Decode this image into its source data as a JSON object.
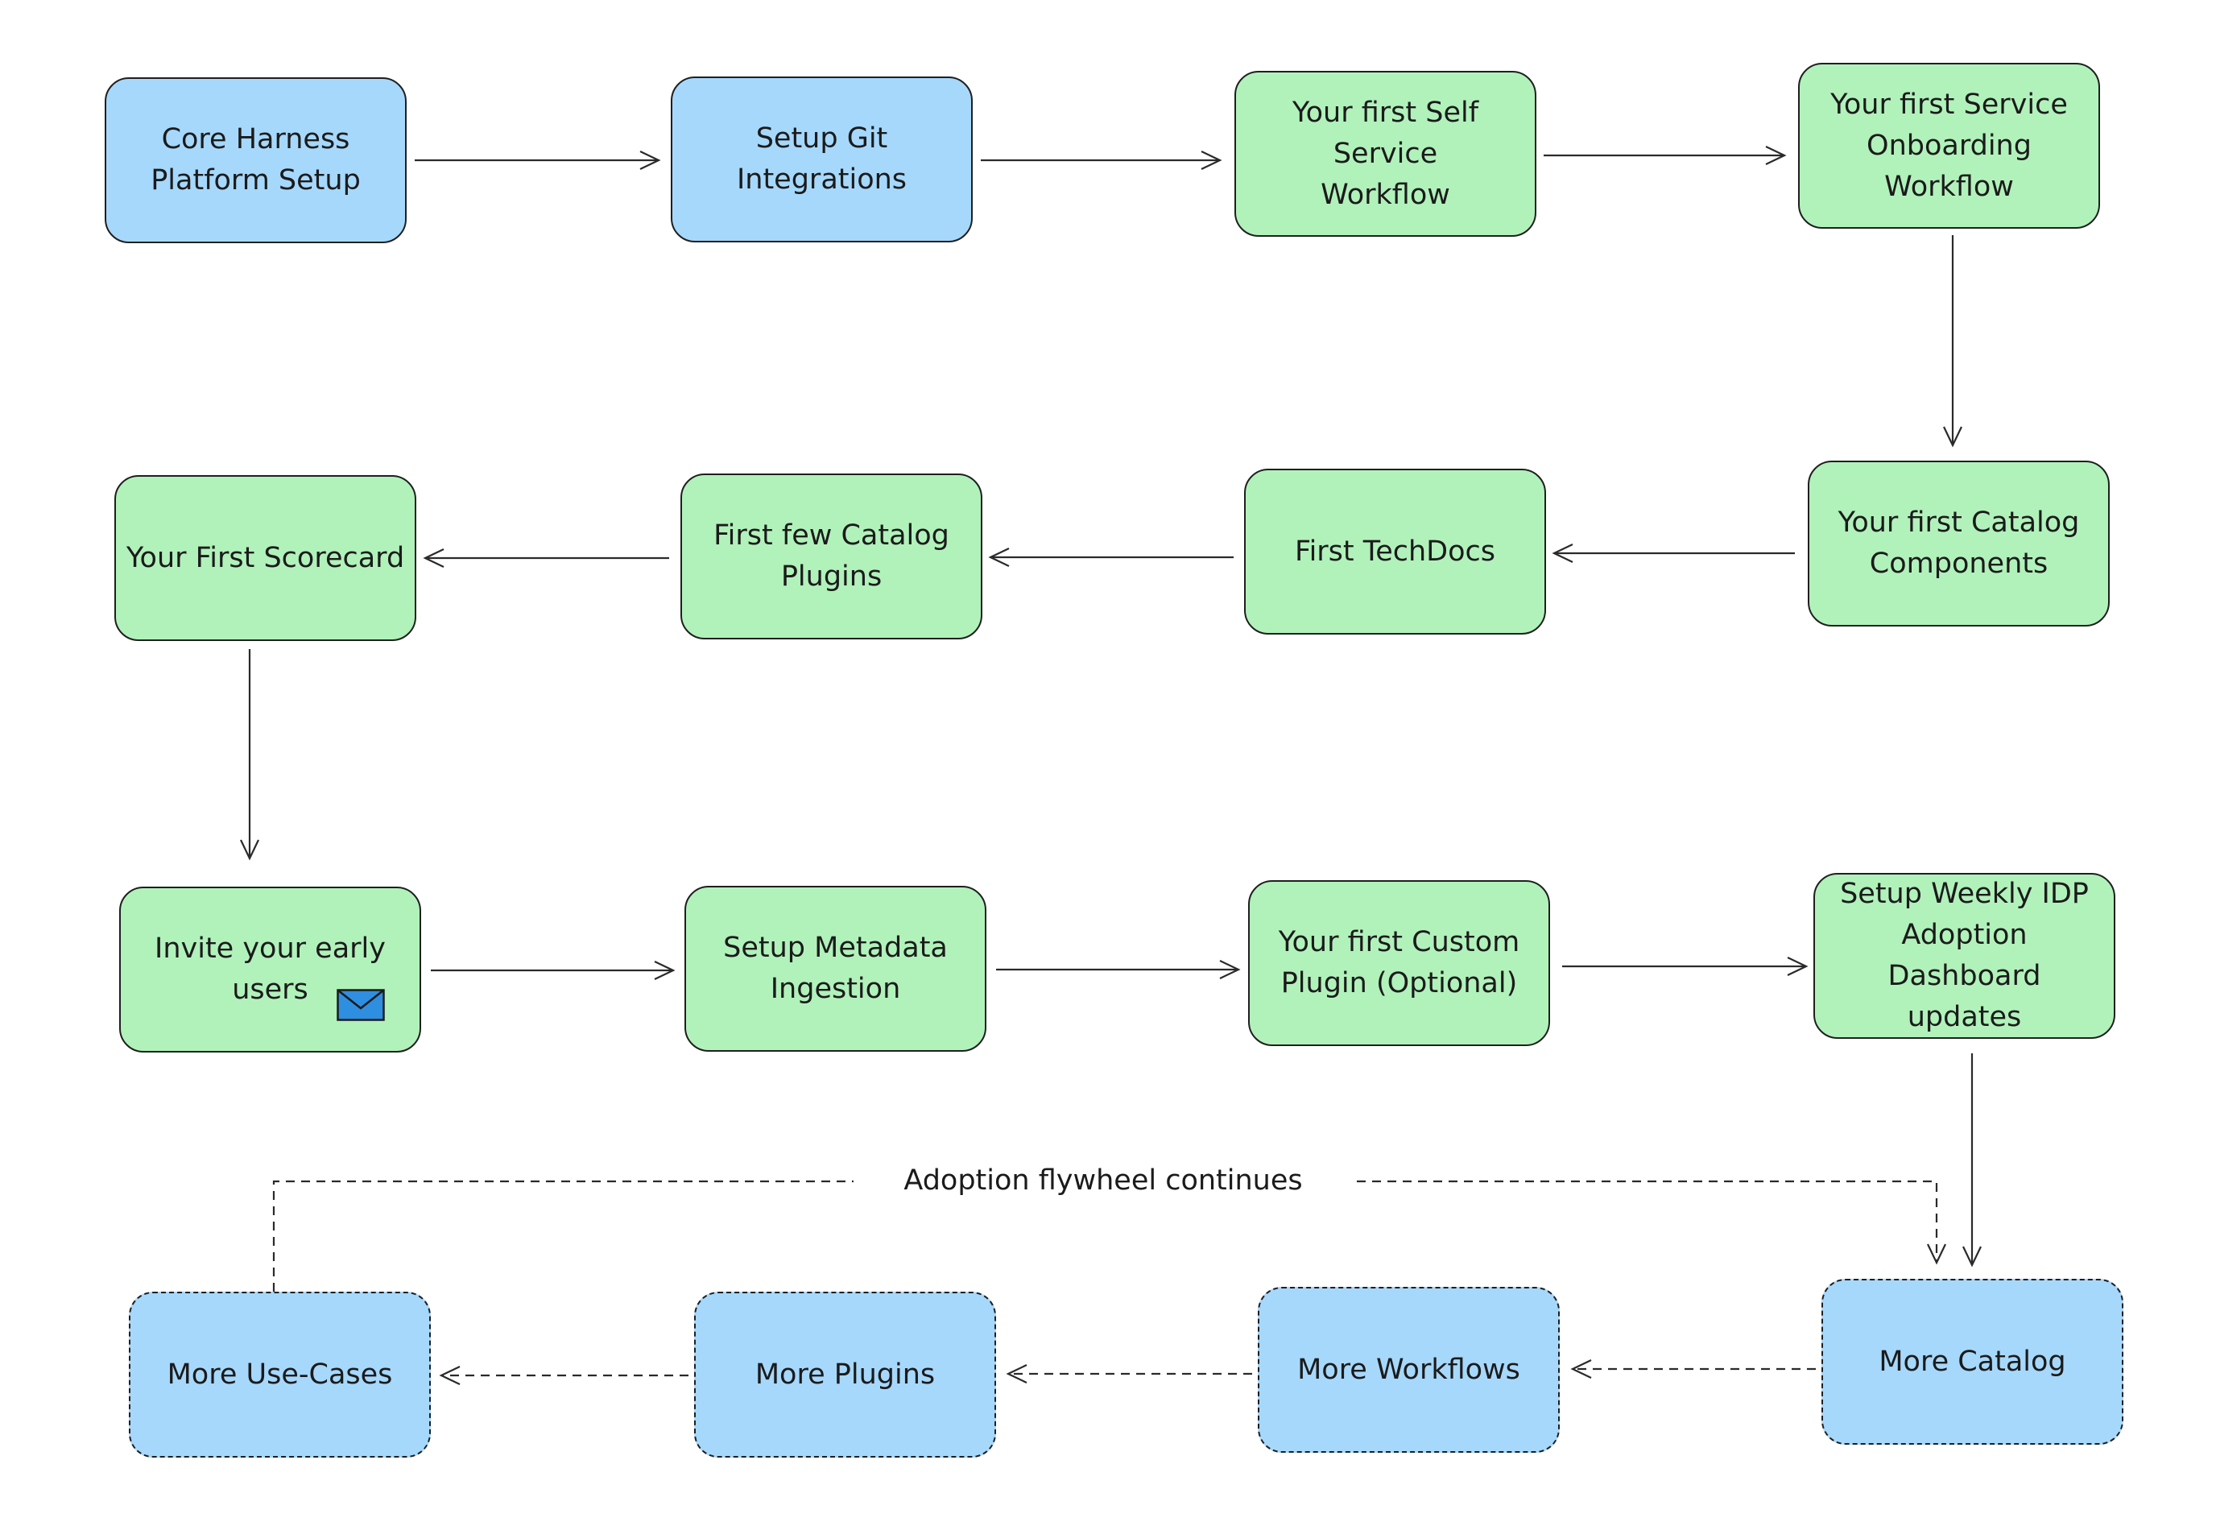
{
  "colors": {
    "blue": "#a6d8fc",
    "green": "#b1f2bb",
    "stroke": "#1f1f1f"
  },
  "nodes": [
    {
      "id": "core",
      "label": "Core Harness\nPlatform Setup",
      "color": "blue",
      "style": "solid"
    },
    {
      "id": "git",
      "label": "Setup Git\nIntegrations",
      "color": "blue",
      "style": "solid"
    },
    {
      "id": "selfservice",
      "label": "Your first Self Service\nWorkflow",
      "color": "green",
      "style": "solid"
    },
    {
      "id": "onboarding",
      "label": "Your first Service\nOnboarding\nWorkflow",
      "color": "green",
      "style": "solid"
    },
    {
      "id": "catalogcomp",
      "label": "Your first Catalog\nComponents",
      "color": "green",
      "style": "solid"
    },
    {
      "id": "techdocs",
      "label": "First TechDocs",
      "color": "green",
      "style": "solid"
    },
    {
      "id": "catalogplugins",
      "label": "First few Catalog\nPlugins",
      "color": "green",
      "style": "solid"
    },
    {
      "id": "scorecard",
      "label": "Your First Scorecard",
      "color": "green",
      "style": "solid"
    },
    {
      "id": "invite",
      "label": "Invite your early\nusers",
      "color": "green",
      "style": "solid",
      "icon": "mail-icon"
    },
    {
      "id": "metadata",
      "label": "Setup Metadata\nIngestion",
      "color": "green",
      "style": "solid"
    },
    {
      "id": "customplugin",
      "label": "Your first Custom\nPlugin (Optional)",
      "color": "green",
      "style": "solid"
    },
    {
      "id": "dashboard",
      "label": "Setup Weekly IDP\nAdoption Dashboard\nupdates",
      "color": "green",
      "style": "solid"
    },
    {
      "id": "morecatalog",
      "label": "More Catalog",
      "color": "blue",
      "style": "dashed"
    },
    {
      "id": "moreworkflows",
      "label": "More Workflows",
      "color": "blue",
      "style": "dashed"
    },
    {
      "id": "moreplugins",
      "label": "More Plugins",
      "color": "blue",
      "style": "dashed"
    },
    {
      "id": "moreusecases",
      "label": "More Use-Cases",
      "color": "blue",
      "style": "dashed"
    }
  ],
  "edges": [
    {
      "from": "core",
      "to": "git",
      "style": "solid"
    },
    {
      "from": "git",
      "to": "selfservice",
      "style": "solid"
    },
    {
      "from": "selfservice",
      "to": "onboarding",
      "style": "solid"
    },
    {
      "from": "onboarding",
      "to": "catalogcomp",
      "style": "solid"
    },
    {
      "from": "catalogcomp",
      "to": "techdocs",
      "style": "solid"
    },
    {
      "from": "techdocs",
      "to": "catalogplugins",
      "style": "solid"
    },
    {
      "from": "catalogplugins",
      "to": "scorecard",
      "style": "solid"
    },
    {
      "from": "scorecard",
      "to": "invite",
      "style": "solid"
    },
    {
      "from": "invite",
      "to": "metadata",
      "style": "solid"
    },
    {
      "from": "metadata",
      "to": "customplugin",
      "style": "solid"
    },
    {
      "from": "customplugin",
      "to": "dashboard",
      "style": "solid"
    },
    {
      "from": "dashboard",
      "to": "morecatalog",
      "style": "solid"
    },
    {
      "from": "morecatalog",
      "to": "moreworkflows",
      "style": "dashed"
    },
    {
      "from": "moreworkflows",
      "to": "moreplugins",
      "style": "dashed"
    },
    {
      "from": "moreplugins",
      "to": "moreusecases",
      "style": "dashed"
    },
    {
      "from": "moreusecases",
      "to": "morecatalog",
      "style": "dashed",
      "label": "Adoption flywheel continues"
    }
  ],
  "loop_label": "Adoption flywheel continues"
}
